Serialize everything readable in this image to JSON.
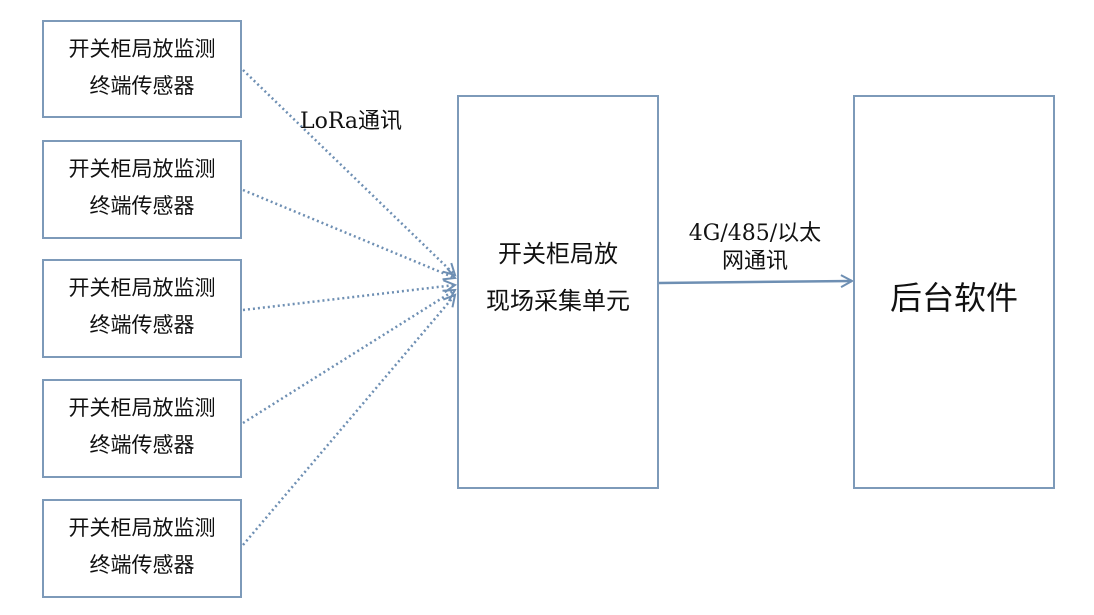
{
  "sensors": [
    {
      "line1": "开关柜局放监测",
      "line2": "终端传感器"
    },
    {
      "line1": "开关柜局放监测",
      "line2": "终端传感器"
    },
    {
      "line1": "开关柜局放监测",
      "line2": "终端传感器"
    },
    {
      "line1": "开关柜局放监测",
      "line2": "终端传感器"
    },
    {
      "line1": "开关柜局放监测",
      "line2": "终端传感器"
    }
  ],
  "collector": {
    "line1": "开关柜局放",
    "line2": "现场采集单元"
  },
  "backend": {
    "label": "后台软件"
  },
  "links": {
    "lora_label": "LoRa通讯",
    "uplink_line1": "4G/485/以太",
    "uplink_line2": "网通讯"
  },
  "colors": {
    "box_border": "#7d9ab9",
    "arrow": "#6e8fb3",
    "text": "#111111"
  }
}
